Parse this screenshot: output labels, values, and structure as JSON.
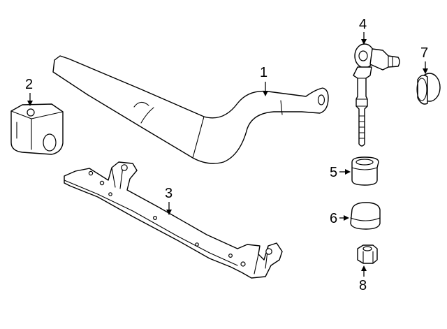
{
  "diagram": {
    "callouts": [
      {
        "id": 1,
        "label": "1",
        "part": "stabilizer-bar"
      },
      {
        "id": 2,
        "label": "2",
        "part": "bar-bushing"
      },
      {
        "id": 3,
        "label": "3",
        "part": "bushing-bracket"
      },
      {
        "id": 4,
        "label": "4",
        "part": "stabilizer-link"
      },
      {
        "id": 5,
        "label": "5",
        "part": "link-bushing-upper"
      },
      {
        "id": 6,
        "label": "6",
        "part": "link-bushing-lower"
      },
      {
        "id": 7,
        "label": "7",
        "part": "link-cap"
      },
      {
        "id": 8,
        "label": "8",
        "part": "link-nut"
      }
    ]
  }
}
